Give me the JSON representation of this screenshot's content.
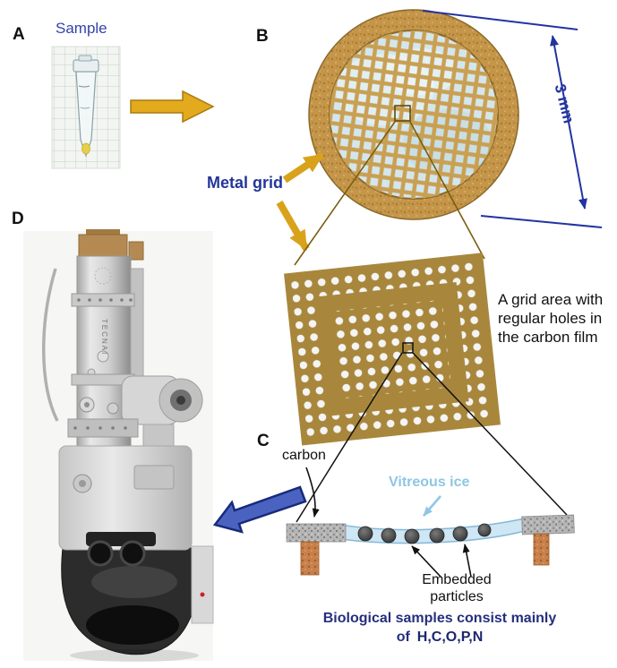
{
  "figure": {
    "panel_labels": {
      "a": "A",
      "b": "B",
      "c": "C",
      "d": "D"
    },
    "annotations": {
      "sample": "Sample",
      "metal_grid": "Metal grid",
      "dimension_3mm": "3 mm",
      "grid_area_note": "A grid area with regular holes in the carbon film",
      "carbon": "carbon",
      "vitreous_ice": "Vitreous ice",
      "embedded_particles": "Embedded particles",
      "bio_line1": "Biological samples consist mainly",
      "bio_of": "of",
      "bio_elements": "H,C,O,P,N",
      "microscope_brand": "TECNAI"
    },
    "colors": {
      "gold_arrow": "#d9a21b",
      "grid_ring_gold": "#c5964a",
      "grid_mesh_gold": "#c9a053",
      "ice_blue_fill": "#cfe6f4",
      "vitreous_label_blue": "#8ec6e4",
      "measurement_blue": "#2233a2",
      "big_arrow_blue": "#4a62c0",
      "navy_text": "#252f7d",
      "carbon_gray": "#b8b8b8",
      "copper_support": "#c8804a"
    }
  }
}
